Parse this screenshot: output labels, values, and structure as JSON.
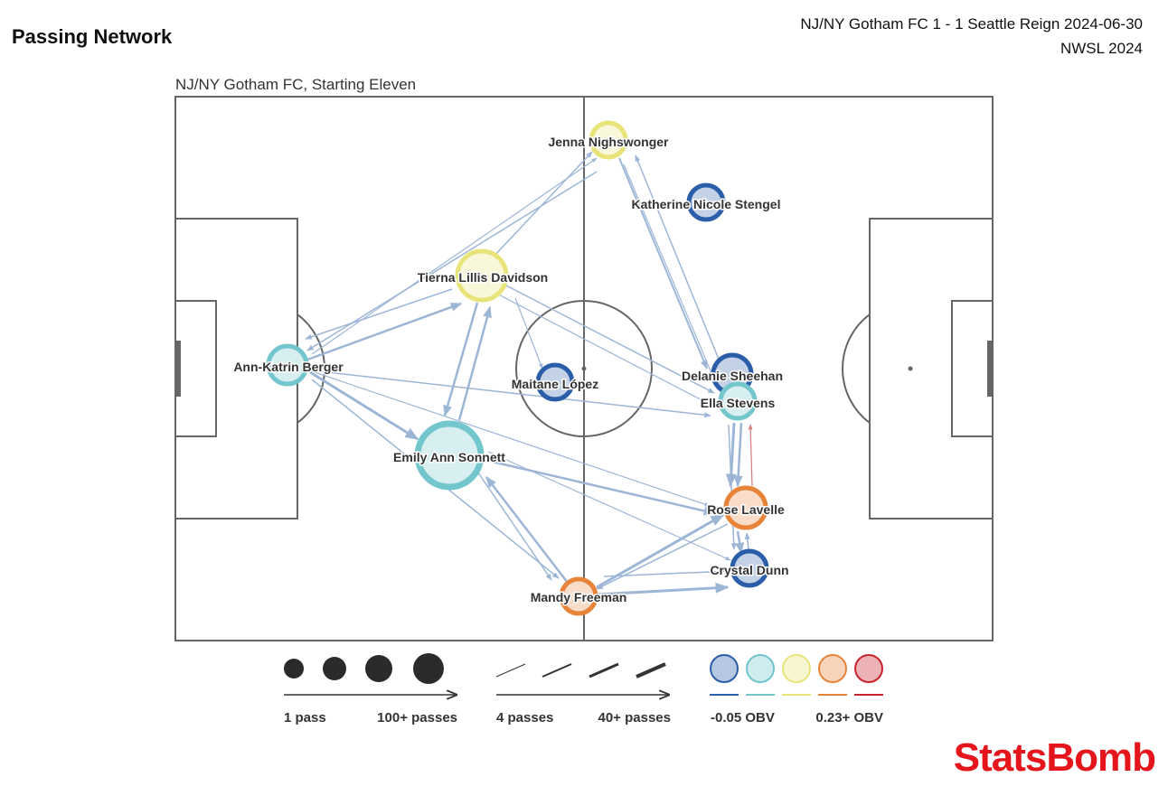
{
  "header": {
    "title": "Passing Network",
    "match_line": "NJ/NY Gotham FC 1 - 1 Seattle Reign 2024-06-30",
    "competition_line": "NWSL 2024",
    "team_label": "NJ/NY Gotham FC, Starting Eleven"
  },
  "obv_colors": {
    "very_low": "#2b5ea8",
    "low": "#72c6cc",
    "mid": "#e8e47a",
    "high": "#e8843a",
    "very_high": "#c8242b"
  },
  "players": [
    {
      "key": "nighswonger",
      "name": "Jenna Nighswonger",
      "obv": "mid",
      "passes": 20
    },
    {
      "key": "stengel",
      "name": "Katherine Nicole Stengel",
      "obv": "very_low",
      "passes": 15
    },
    {
      "key": "davidson",
      "name": "Tierna Lillis Davidson",
      "obv": "mid",
      "passes": 50
    },
    {
      "key": "berger",
      "name": "Ann-Katrin Berger",
      "obv": "low",
      "passes": 25
    },
    {
      "key": "lopez",
      "name": "Maitane López",
      "obv": "very_low",
      "passes": 15
    },
    {
      "key": "sheehan",
      "name": "Delanie Sheehan",
      "obv": "very_low",
      "passes": 24
    },
    {
      "key": "stevens",
      "name": "Ella Stevens",
      "obv": "low",
      "passes": 18
    },
    {
      "key": "sonnett",
      "name": "Emily Ann Sonnett",
      "obv": "low",
      "passes": 100
    },
    {
      "key": "lavelle",
      "name": "Rose Lavelle",
      "obv": "high",
      "passes": 28
    },
    {
      "key": "dunn",
      "name": "Crystal Dunn",
      "obv": "very_low",
      "passes": 20
    },
    {
      "key": "freeman",
      "name": "Mandy Freeman",
      "obv": "high",
      "passes": 20
    }
  ],
  "legend": {
    "size_min_label": "1 pass",
    "size_max_label": "100+ passes",
    "line_min_label": "4 passes",
    "line_max_label": "40+ passes",
    "obv_min_label": "-0.05 OBV",
    "obv_max_label": "0.23+ OBV"
  },
  "brand": {
    "name": "StatsBomb"
  }
}
